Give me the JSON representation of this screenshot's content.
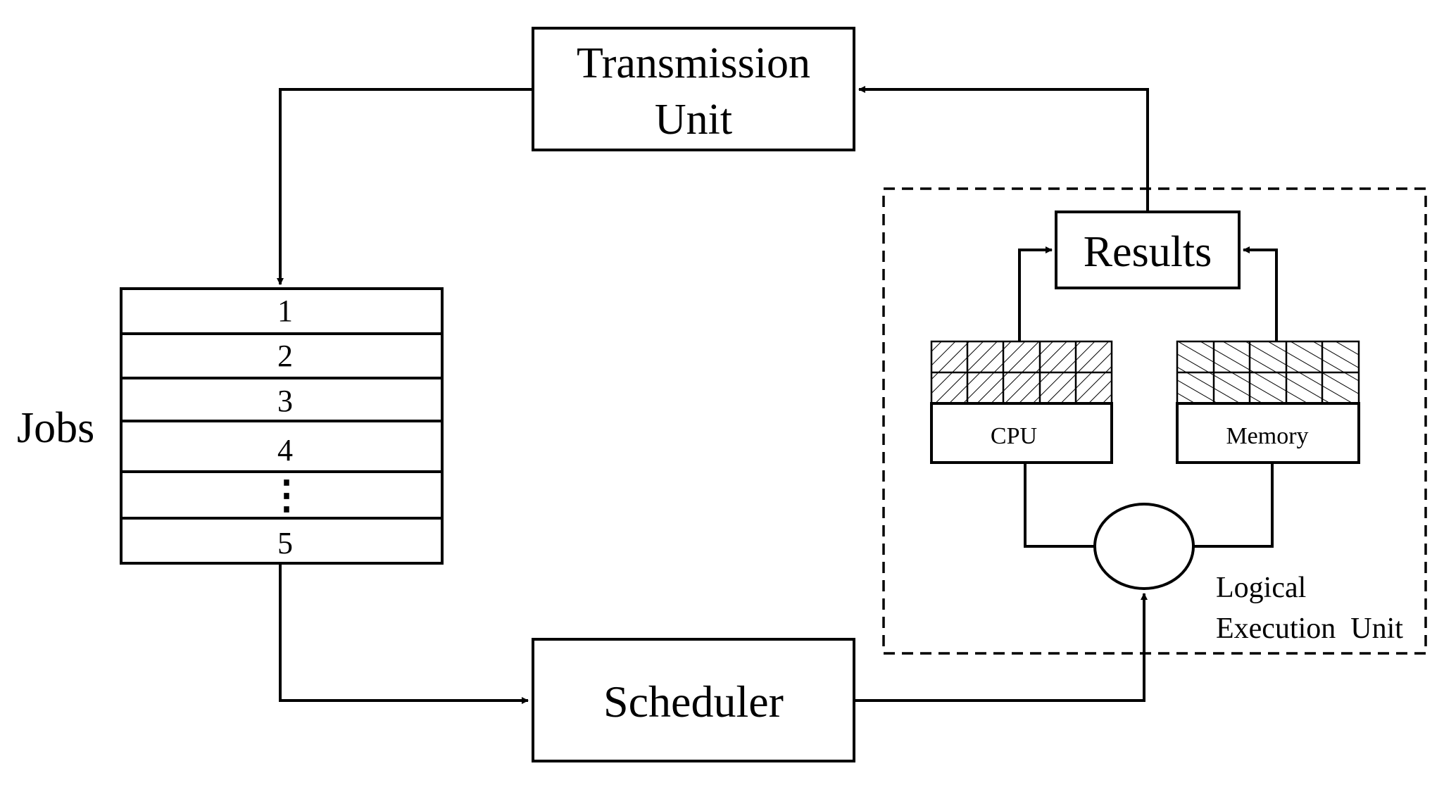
{
  "nodes": {
    "transmission_unit": {
      "line1": "Transmission",
      "line2": "Unit"
    },
    "scheduler": "Scheduler",
    "results": "Results",
    "cpu": "CPU",
    "memory": "Memory",
    "logical_execution_unit": {
      "line1": "Logical",
      "line2": "Execution  Unit"
    }
  },
  "jobs": {
    "label": "Jobs",
    "rows": [
      "1",
      "2",
      "3",
      "4",
      "⋮",
      "5"
    ]
  }
}
